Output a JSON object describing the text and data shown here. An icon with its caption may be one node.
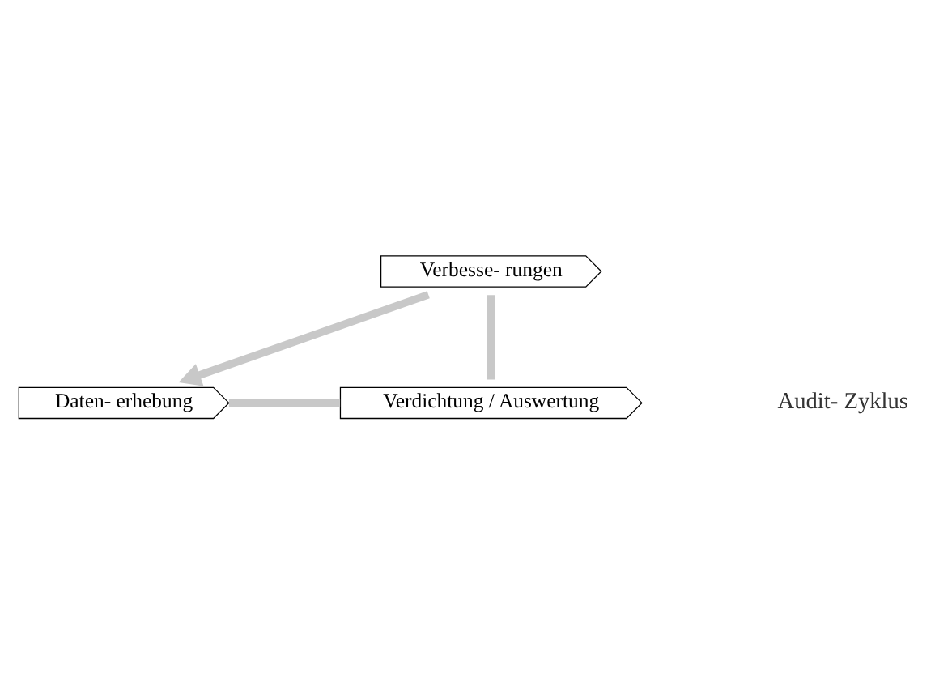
{
  "diagram": {
    "nodes": [
      {
        "text": [
          "Verbesse- rungen"
        ]
      },
      {
        "text": [
          "Verdichtung / Auswertung"
        ]
      },
      {
        "text": [
          "Daten- erhebung"
        ]
      }
    ],
    "edges": [
      {
        "from": 0,
        "to": 2,
        "arrow": "to"
      },
      {
        "from": 2,
        "to": 1,
        "arrow": "none"
      },
      {
        "from": 1,
        "to": 0,
        "arrow": "none"
      }
    ],
    "labels": [
      "Audit- Zyklus"
    ]
  }
}
